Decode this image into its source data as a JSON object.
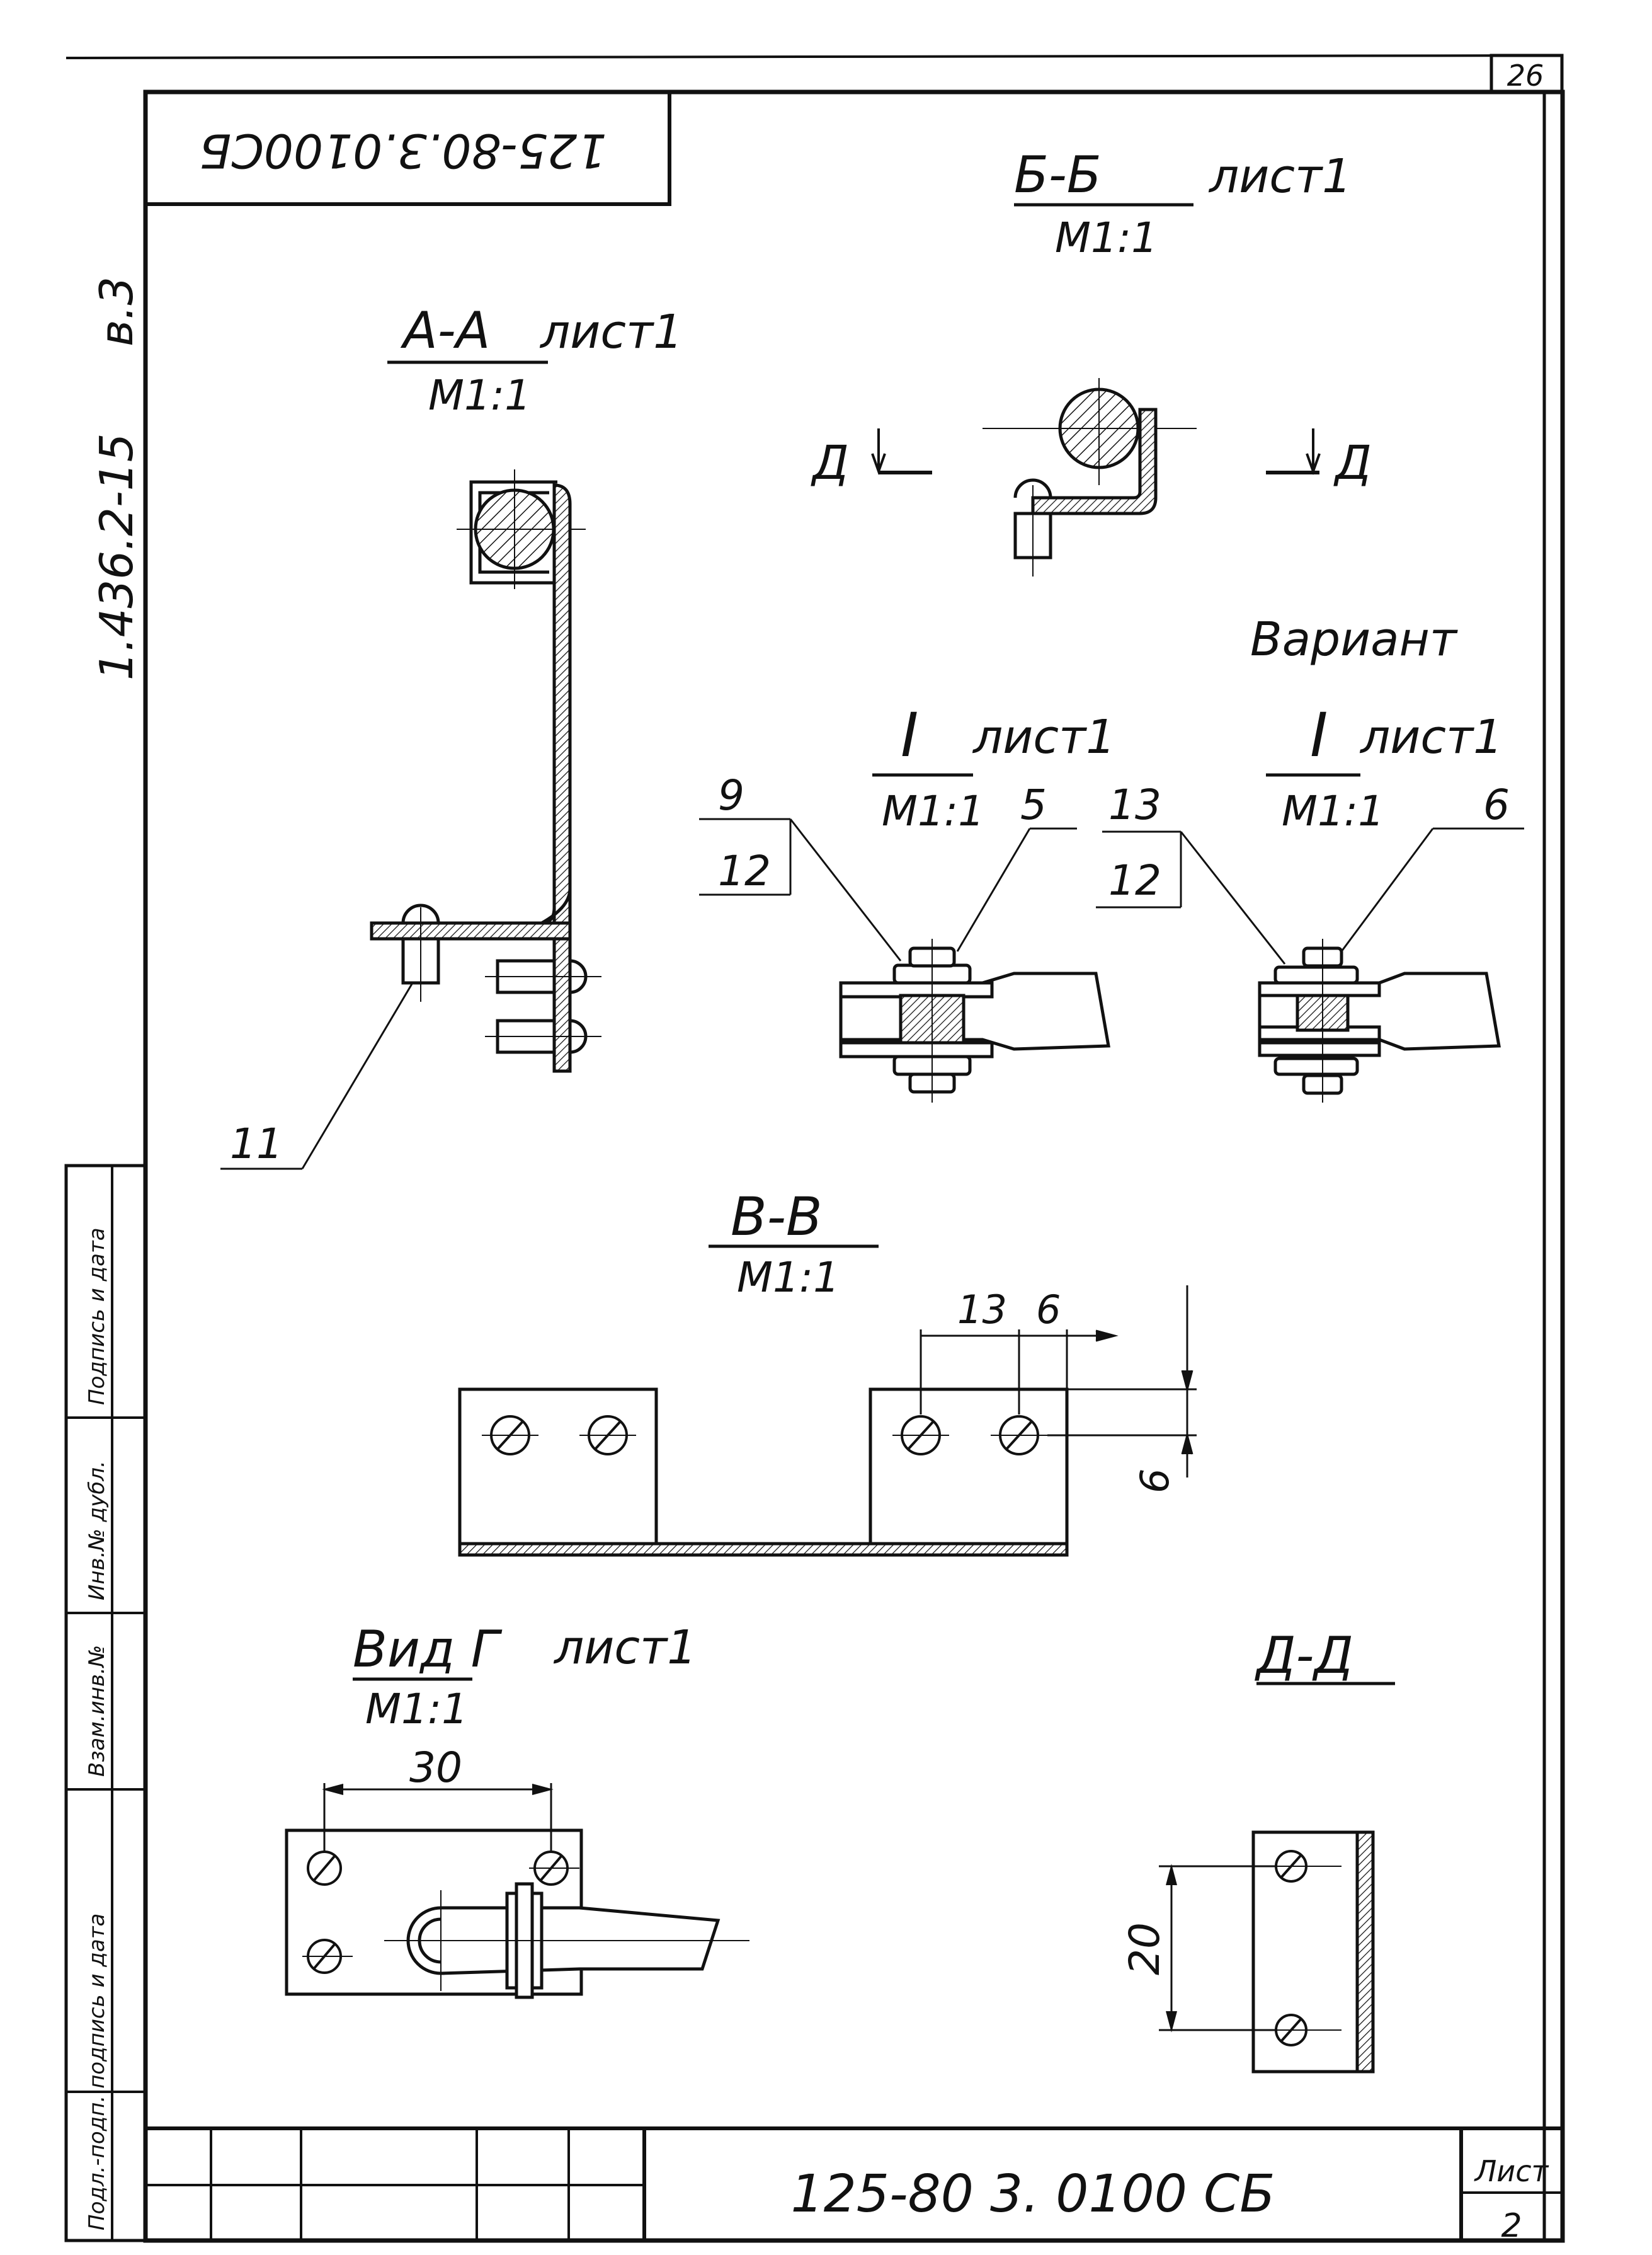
{
  "sheet": {
    "corner_number": "26",
    "stamp_code": "125-80.3.0100СБ",
    "series_code": "1.436.2-15",
    "series_issue": "в.3",
    "footer_code": "125-80 3. 0100 СБ",
    "footer_sheet_label": "Лист",
    "footer_sheet_number": "2",
    "side_column_labels": [
      "Подл.-подп. подпись и дата",
      "Взам.инв.№",
      "Инв.№ дубл.",
      "Подпись и дата"
    ]
  },
  "views": {
    "aa": {
      "title": "А-А",
      "sheet_ref": "лист1",
      "scale": "М1:1"
    },
    "bb": {
      "title": "Б-Б",
      "sheet_ref": "лист1",
      "scale": "М1:1",
      "cut_mark": "Д"
    },
    "i1": {
      "title": "I",
      "sheet_ref": "лист1",
      "scale": "М1:1"
    },
    "i2": {
      "variant_label": "Вариант",
      "title": "I",
      "sheet_ref": "лист1",
      "scale": "М1:1"
    },
    "vv": {
      "title": "В-В",
      "scale": "М1:1"
    },
    "vid_g": {
      "title": "Вид Г",
      "sheet_ref": "лист1",
      "scale": "М1:1"
    },
    "dd": {
      "title": "Д-Д"
    }
  },
  "callouts": {
    "aa_item": "11",
    "i1_top": "9",
    "i1_bottom": "12",
    "i1_right": "5",
    "i2_top": "13",
    "i2_bottom": "12",
    "i2_right": "6"
  },
  "dimensions": {
    "vv_hole_spacing": "13",
    "vv_edge_offset": "6",
    "vv_vertical": "6",
    "vid_g_hole_spacing": "30",
    "dd_hole_spacing": "20"
  }
}
